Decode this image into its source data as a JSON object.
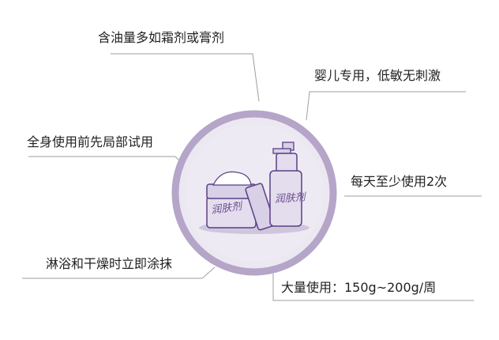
{
  "labels": {
    "cream_type": "含油量多如霜剂或膏剂",
    "baby_hypoallergenic": "婴儿专用，低敏无刺激",
    "patch_test": "全身使用前先局部试用",
    "twice_daily": "每天至少使用2次",
    "after_bath": "淋浴和干燥时立即涂抹",
    "quantity": "大量使用：150g~200g/周"
  },
  "product_labels": {
    "jar": "润肤剂",
    "bottle": "润肤剂"
  },
  "colors": {
    "ring": "#b5a5c8",
    "ring_fill": "#ece8f2",
    "purple_dark": "#5b3e86",
    "purple_light": "#d8d0e6",
    "line": "#9e9e9e"
  }
}
